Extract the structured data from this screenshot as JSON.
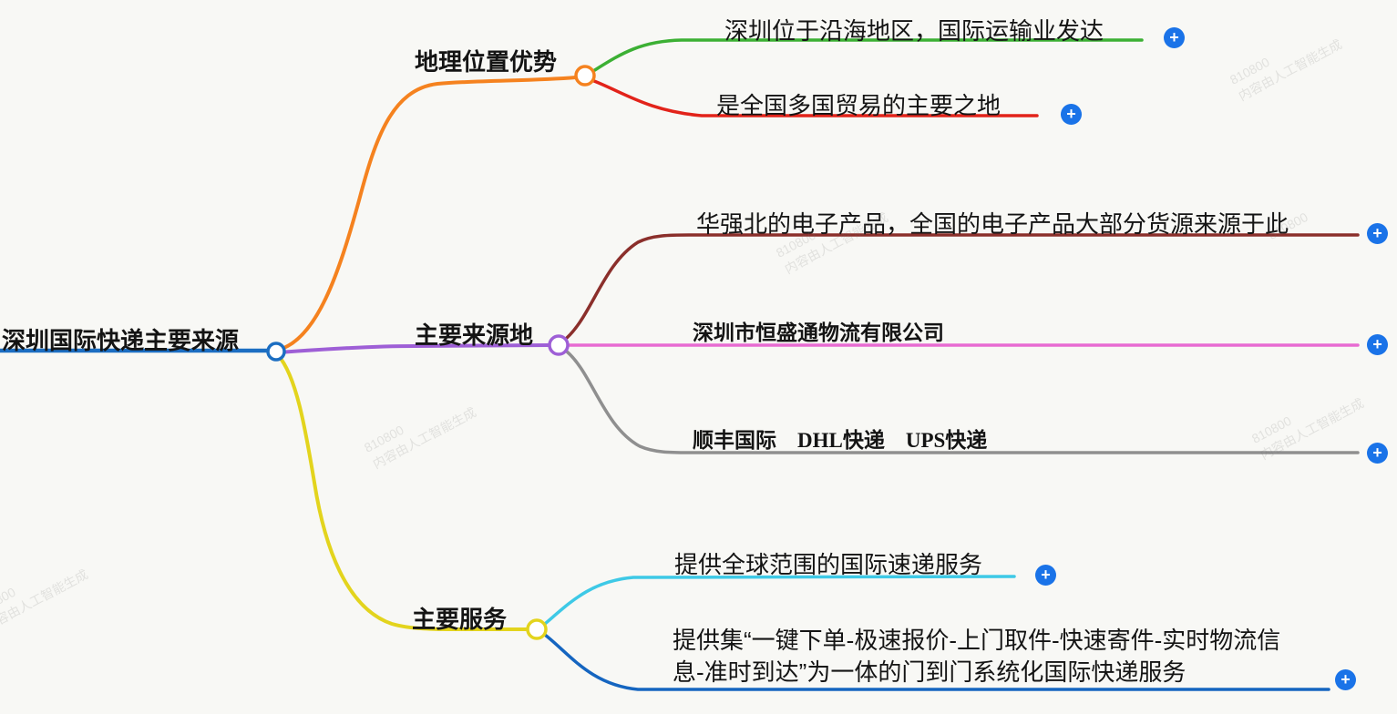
{
  "root": {
    "label": "深圳国际快递主要来源"
  },
  "branches": [
    {
      "label": "地理位置优势",
      "color": "#f5821f",
      "children": [
        {
          "label": "深圳位于沿海地区，国际运输业发达",
          "color": "#3cb034"
        },
        {
          "label": "是全国多国贸易的主要之地",
          "color": "#e2231a"
        }
      ]
    },
    {
      "label": "主要来源地",
      "color": "#9e5fd6",
      "children": [
        {
          "label": "华强北的电子产品，全国的电子产品大部分货源来源于此",
          "color": "#8b2f2b"
        },
        {
          "label": "深圳市恒盛通物流有限公司",
          "color": "#e76bd2"
        },
        {
          "label": "顺丰国际　DHL快递　UPS快递",
          "color": "#8f8f8f"
        }
      ]
    },
    {
      "label": "主要服务",
      "color": "#e3d41d",
      "children": [
        {
          "label": "提供全球范围的国际速递服务",
          "color": "#3ec9e6"
        },
        {
          "label": "提供集“一键下单-极速报价-上门取件-快速寄件-实时物流信息-准时到达”为一体的门到门系统化国际快递服务",
          "color": "#1565c0"
        }
      ]
    }
  ],
  "colors": {
    "root": "#1c6ec2",
    "plus_button": "#1a73e8",
    "node_fill": "#ffffff",
    "text": "#141414"
  },
  "icons": {
    "plus": "+"
  },
  "watermark": {
    "code": "810800",
    "label": "内容由人工智能生成"
  }
}
